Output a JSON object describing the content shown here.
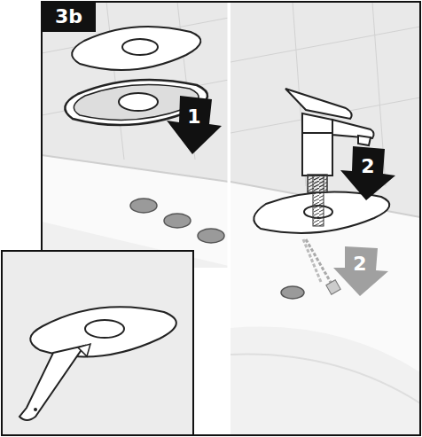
{
  "diagram": {
    "nodes": [
      {
        "text": [
          "3b"
        ]
      }
    ],
    "labels": [
      "1",
      "2",
      "2"
    ]
  }
}
